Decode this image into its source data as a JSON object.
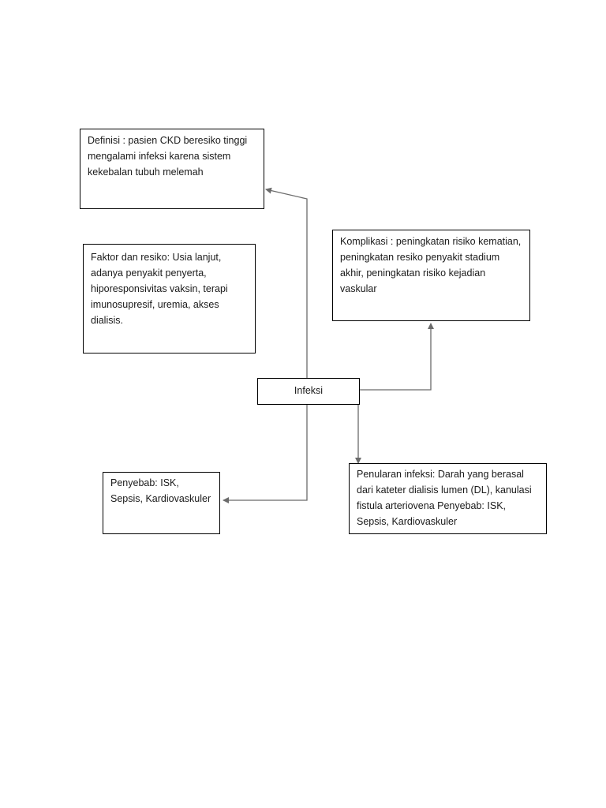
{
  "diagram": {
    "center": {
      "label": "Infeksi"
    },
    "nodes": {
      "definisi": "Definisi : pasien CKD beresiko tinggi mengalami infeksi karena sistem kekebalan tubuh melemah",
      "faktor_resiko": "Faktor dan resiko: Usia lanjut, adanya penyakit penyerta, hiporesponsivitas vaksin, terapi imunosupresif, uremia, akses dialisis.",
      "komplikasi": "Komplikasi : peningkatan risiko kematian, peningkatan resiko penyakit stadium akhir, peningkatan risiko kejadian vaskular",
      "penyebab": "Penyebab: ISK, Sepsis, Kardiovaskuler",
      "penularan": "Penularan infeksi: Darah yang berasal dari kateter dialisis lumen (DL), kanulasi fistula arteriovena Penyebab: ISK, Sepsis, Kardiovaskuler"
    },
    "colors": {
      "border": "#000000",
      "connector": "#6b6b6b"
    }
  }
}
